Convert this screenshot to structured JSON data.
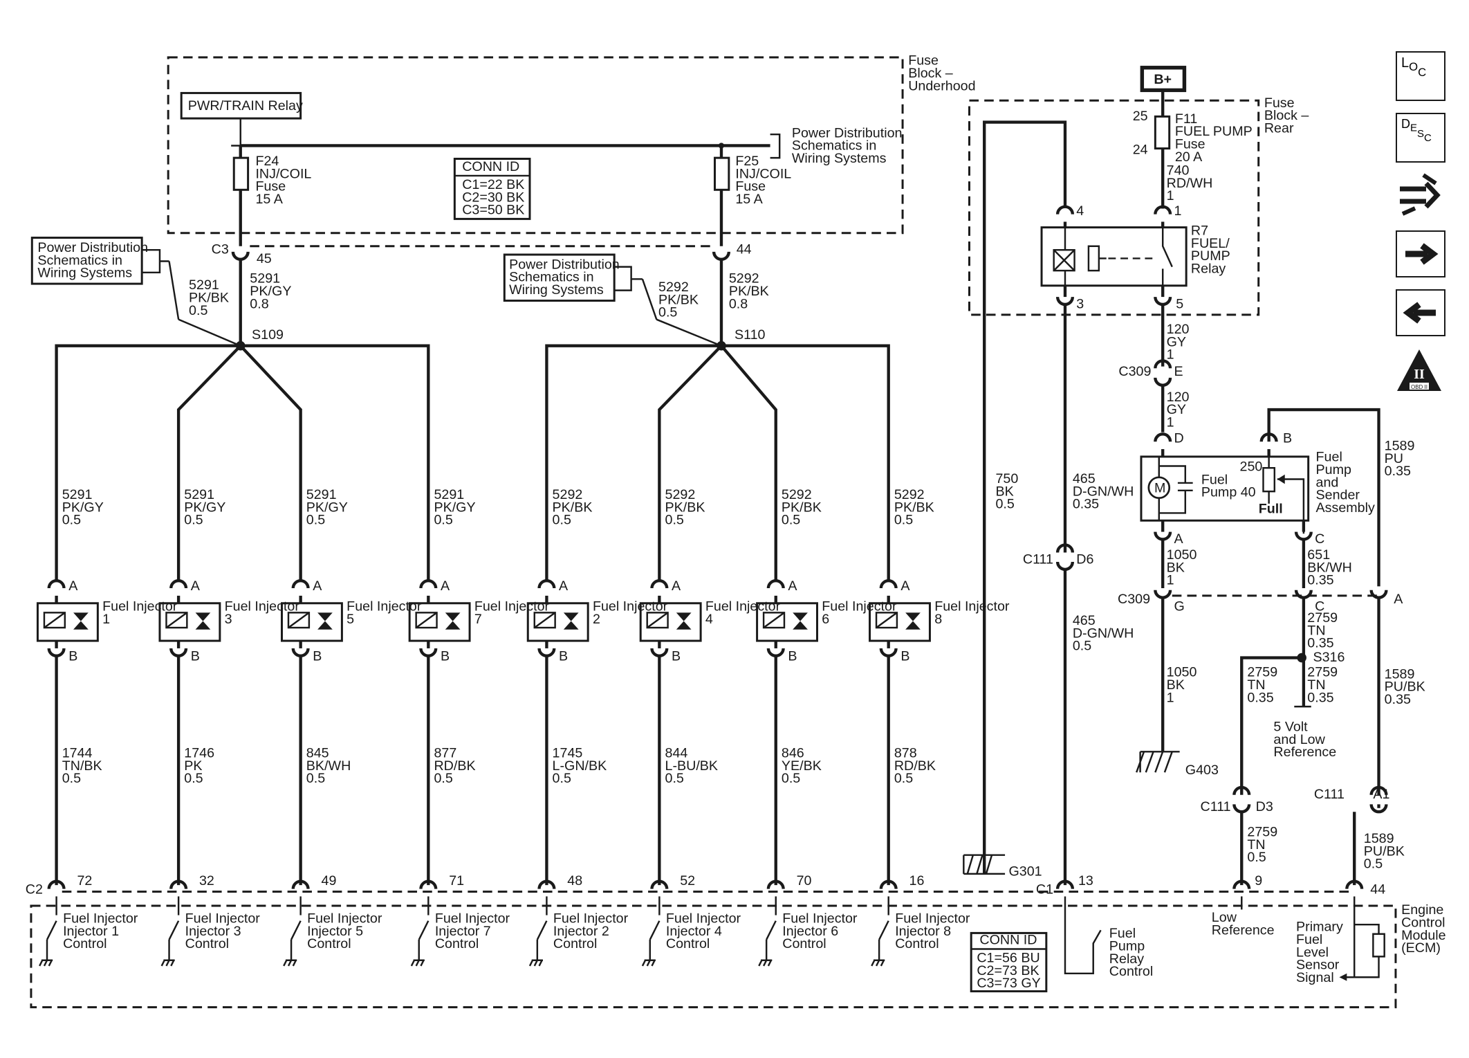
{
  "fuse_block_underhood": {
    "label": "Fuse Block – Underhood"
  },
  "pwr_relay": {
    "label": "PWR/TRAIN Relay"
  },
  "power_dist": {
    "label": "Power Distribution Schematics in Wiring Systems"
  },
  "conn_top": {
    "title": "CONN ID",
    "lines": [
      "C1=22 BK",
      "C2=30 BK",
      "C3=50 BK"
    ]
  },
  "fuse_f24": {
    "id": "F24",
    "name": "INJ/COIL",
    "type": "Fuse",
    "rating": "15 A"
  },
  "fuse_f25": {
    "id": "F25",
    "name": "INJ/COIL",
    "type": "Fuse",
    "rating": "15 A"
  },
  "c3": {
    "label": "C3",
    "pin45": "45",
    "pin44": "44"
  },
  "feed_left_a": {
    "circuit": "5291",
    "color": "PK/BK",
    "size": "0.5"
  },
  "feed_left_b": {
    "circuit": "5291",
    "color": "PK/GY",
    "size": "0.8"
  },
  "feed_right_a": {
    "circuit": "5292",
    "color": "PK/BK",
    "size": "0.5"
  },
  "feed_right_b": {
    "circuit": "5292",
    "color": "PK/BK",
    "size": "0.8"
  },
  "splice_left": "S109",
  "splice_right": "S110",
  "injectors": [
    {
      "label": "Fuel Injector",
      "num": "1",
      "top_wire": [
        "5291",
        "PK/GY",
        "0.5"
      ],
      "bot_wire": [
        "1744",
        "TN/BK",
        "0.5"
      ],
      "pin": "72",
      "ctrl": "Fuel Injector 1 Control"
    },
    {
      "label": "Fuel Injector",
      "num": "3",
      "top_wire": [
        "5291",
        "PK/GY",
        "0.5"
      ],
      "bot_wire": [
        "1746",
        "PK",
        "0.5"
      ],
      "pin": "32",
      "ctrl": "Fuel Injector 3 Control"
    },
    {
      "label": "Fuel Injector",
      "num": "5",
      "top_wire": [
        "5291",
        "PK/GY",
        "0.5"
      ],
      "bot_wire": [
        "845",
        "BK/WH",
        "0.5"
      ],
      "pin": "49",
      "ctrl": "Fuel Injector 5 Control"
    },
    {
      "label": "Fuel Injector",
      "num": "7",
      "top_wire": [
        "5291",
        "PK/GY",
        "0.5"
      ],
      "bot_wire": [
        "877",
        "RD/BK",
        "0.5"
      ],
      "pin": "71",
      "ctrl": "Fuel Injector 7 Control"
    },
    {
      "label": "Fuel Injector",
      "num": "2",
      "top_wire": [
        "5292",
        "PK/BK",
        "0.5"
      ],
      "bot_wire": [
        "1745",
        "L-GN/BK",
        "0.5"
      ],
      "pin": "48",
      "ctrl": "Fuel Injector 2 Control"
    },
    {
      "label": "Fuel Injector",
      "num": "4",
      "top_wire": [
        "5292",
        "PK/BK",
        "0.5"
      ],
      "bot_wire": [
        "844",
        "L-BU/BK",
        "0.5"
      ],
      "pin": "52",
      "ctrl": "Fuel Injector 4 Control"
    },
    {
      "label": "Fuel Injector",
      "num": "6",
      "top_wire": [
        "5292",
        "PK/BK",
        "0.5"
      ],
      "bot_wire": [
        "846",
        "YE/BK",
        "0.5"
      ],
      "pin": "70",
      "ctrl": "Fuel Injector 6 Control"
    },
    {
      "label": "Fuel Injector",
      "num": "8",
      "top_wire": [
        "5292",
        "PK/BK",
        "0.5"
      ],
      "bot_wire": [
        "878",
        "RD/BK",
        "0.5"
      ],
      "pin": "16",
      "ctrl": "Fuel Injector 8 Control"
    }
  ],
  "pin_a": "A",
  "pin_b": "B",
  "c2": "C2",
  "c1": "C1",
  "ecm": {
    "label": "Engine Control Module (ECM)"
  },
  "conn_ecm": {
    "title": "CONN ID",
    "lines": [
      "C1=56 BU",
      "C2=73 BK",
      "C3=73 GY"
    ]
  },
  "bplus": "B+",
  "fuse_block_rear": {
    "label": "Fuse Block – Rear"
  },
  "fuse_f11": {
    "pin_top": "25",
    "pin_bot": "24",
    "id": "F11",
    "name": "FUEL PUMP",
    "type": "Fuse",
    "rating": "20 A"
  },
  "w740": {
    "circuit": "740",
    "color": "RD/WH",
    "size": "1"
  },
  "relay_r7": {
    "id": "R7",
    "name": "FUEL/ PUMP",
    "type": "Relay",
    "pin1": "1",
    "pin4": "4",
    "pin3": "3",
    "pin5": "5"
  },
  "w120a": {
    "circuit": "120",
    "color": "GY",
    "size": "1"
  },
  "c309": {
    "label": "C309",
    "pin_e": "E",
    "pin_g": "G"
  },
  "w120b": {
    "circuit": "120",
    "color": "GY",
    "size": "1"
  },
  "pump": {
    "pin_d": "D",
    "pin_b": "B",
    "pin_a": "A",
    "pin_c": "C",
    "motor": "M",
    "motor_label": "Fuel Pump 40",
    "sender_val": "250",
    "full": "Full",
    "assembly": "Fuel Pump and Sender Assembly"
  },
  "w1589a": {
    "circuit": "1589",
    "color": "PU",
    "size": "0.35"
  },
  "w750": {
    "circuit": "750",
    "color": "BK",
    "size": "0.5"
  },
  "w465a": {
    "circuit": "465",
    "color": "D-GN/WH",
    "size": "0.35"
  },
  "c111": {
    "label": "C111",
    "pin_d6": "D6",
    "pin_d3": "D3",
    "pin_a1": "A1"
  },
  "w1050a": {
    "circuit": "1050",
    "color": "BK",
    "size": "1"
  },
  "w651": {
    "circuit": "651",
    "color": "BK/WH",
    "size": "0.35"
  },
  "c309_pins": {
    "c": "C",
    "a": "A"
  },
  "w2759a": {
    "circuit": "2759",
    "color": "TN",
    "size": "0.35"
  },
  "s316": "S316",
  "w465b": {
    "circuit": "465",
    "color": "D-GN/WH",
    "size": "0.5"
  },
  "w1050b": {
    "circuit": "1050",
    "color": "BK",
    "size": "1"
  },
  "w2759b": {
    "circuit": "2759",
    "color": "TN",
    "size": "0.35"
  },
  "w2759c": {
    "circuit": "2759",
    "color": "TN",
    "size": "0.35"
  },
  "w1589b": {
    "circuit": "1589",
    "color": "PU/BK",
    "size": "0.35"
  },
  "five_volt": "5 Volt and Low Reference",
  "g403": "G403",
  "g301": "G301",
  "w2759d": {
    "circuit": "2759",
    "color": "TN",
    "size": "0.5"
  },
  "w1589c": {
    "circuit": "1589",
    "color": "PU/BK",
    "size": "0.5"
  },
  "ecm_pins": {
    "p13": "13",
    "p9": "9",
    "p44": "44"
  },
  "relay_ctrl": "Fuel Pump Relay Control",
  "low_ref": "Low Reference",
  "fuel_level": "Primary Fuel Level Sensor Signal",
  "side": {
    "loc": "LOC",
    "desc": "DESC",
    "obd": "OBD II"
  }
}
